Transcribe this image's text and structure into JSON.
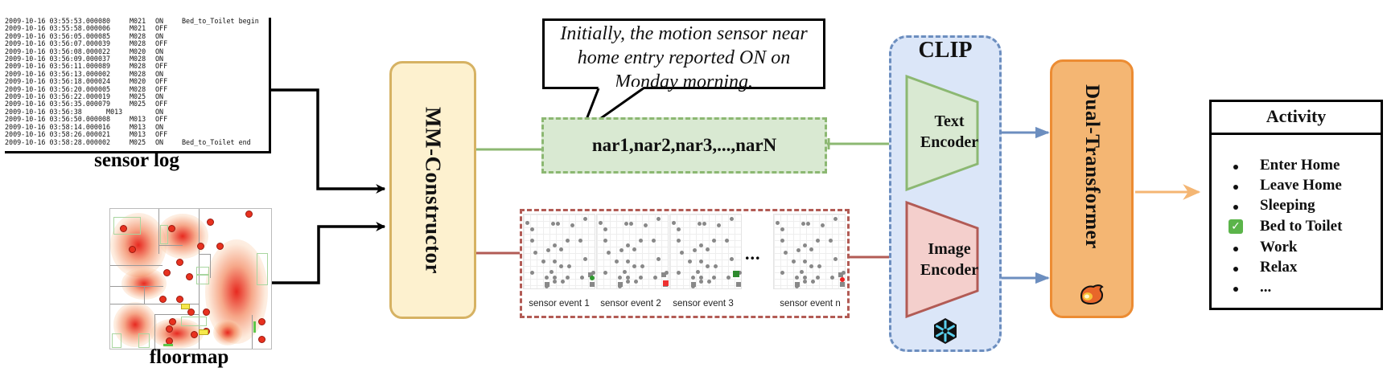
{
  "sensor_log": {
    "caption": "sensor log",
    "rows": [
      [
        "2009-10-16 03:55:53.000080",
        "M021",
        "ON",
        "Bed_to_Toilet begin"
      ],
      [
        "2009-10-16 03:55:58.000006",
        "M021",
        "OFF",
        ""
      ],
      [
        "2009-10-16 03:56:05.000085",
        "M028",
        "ON",
        ""
      ],
      [
        "2009-10-16 03:56:07.000039",
        "M028",
        "OFF",
        ""
      ],
      [
        "2009-10-16 03:56:08.000022",
        "M020",
        "ON",
        ""
      ],
      [
        "2009-10-16 03:56:09.000037",
        "M028",
        "ON",
        ""
      ],
      [
        "2009-10-16 03:56:11.000089",
        "M028",
        "OFF",
        ""
      ],
      [
        "2009-10-16 03:56:13.000002",
        "M028",
        "ON",
        ""
      ],
      [
        "2009-10-16 03:56:18.000024",
        "M020",
        "OFF",
        ""
      ],
      [
        "2009-10-16 03:56:20.000005",
        "M028",
        "OFF",
        ""
      ],
      [
        "2009-10-16 03:56:22.000019",
        "M025",
        "ON",
        ""
      ],
      [
        "2009-10-16 03:56:35.000079",
        "M025",
        "OFF",
        ""
      ],
      [
        "2009-10-16 03:56:38      M013",
        "",
        "ON",
        ""
      ],
      [
        "2009-10-16 03:56:50.000008",
        "M013",
        "OFF",
        ""
      ],
      [
        "2009-10-16 03:58:14.000016",
        "M013",
        "ON",
        ""
      ],
      [
        "2009-10-16 03:58:26.000021",
        "M013",
        "OFF",
        ""
      ],
      [
        "2009-10-16 03:58:28.000002",
        "M025",
        "ON",
        "Bed_to_Toilet end"
      ]
    ]
  },
  "floormap": {
    "caption": "floormap"
  },
  "mm_constructor": {
    "label": "MM-Constructor",
    "fill": "#fdf1cf",
    "stroke": "#d6b263"
  },
  "callout": {
    "text": "Initially, the motion sensor near home entry reported ON on Monday morning."
  },
  "narrations": {
    "label": "nar1,nar2,nar3,...,narN",
    "fill": "#d9e9d2",
    "stroke": "#8cb872"
  },
  "sensor_events": {
    "stroke": "#b25b55",
    "items": [
      {
        "label": "sensor event 1",
        "marker": "green-dot"
      },
      {
        "label": "sensor event 2",
        "marker": "red-square"
      },
      {
        "label": "sensor event 3",
        "marker": "green-square"
      },
      {
        "label": "sensor event n",
        "marker": "red-dot"
      }
    ],
    "ellipsis": "..."
  },
  "clip": {
    "title": "CLIP",
    "text_encoder": {
      "line1": "Text",
      "line2": "Encoder",
      "fill": "#d9e9d2",
      "stroke": "#8cb872"
    },
    "image_encoder": {
      "line1": "Image",
      "line2": "Encoder",
      "fill": "#f4cfcc",
      "stroke": "#b25b55"
    },
    "frozen_icon": "snowflake-icon",
    "fill": "#dbe6f8",
    "stroke": "#6c8ebf"
  },
  "dual_transformer": {
    "label": "Dual-Transformer",
    "trainable_icon": "fire-icon",
    "fill": "#f4b673",
    "stroke": "#ec8c33"
  },
  "activity": {
    "title": "Activity",
    "items": [
      {
        "label": "Enter Home",
        "checked": false
      },
      {
        "label": "Leave Home",
        "checked": false
      },
      {
        "label": "Sleeping",
        "checked": false
      },
      {
        "label": "Bed to Toilet",
        "checked": true
      },
      {
        "label": "Work",
        "checked": false
      },
      {
        "label": "Relax",
        "checked": false
      },
      {
        "label": "...",
        "checked": false
      }
    ]
  }
}
